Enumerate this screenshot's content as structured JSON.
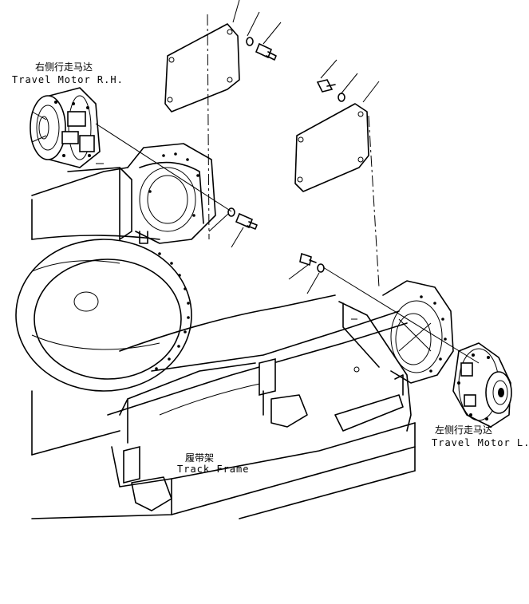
{
  "labels": {
    "motor_rh_cn": "右侧行走马达",
    "motor_rh_en": "Travel Motor R.H.",
    "motor_lh_cn": "左侧行走马达",
    "motor_lh_en": "Travel Motor L.H.",
    "frame_cn": "履带架",
    "frame_en": "Track Frame"
  },
  "colors": {
    "line": "#000000",
    "background": "#ffffff"
  }
}
